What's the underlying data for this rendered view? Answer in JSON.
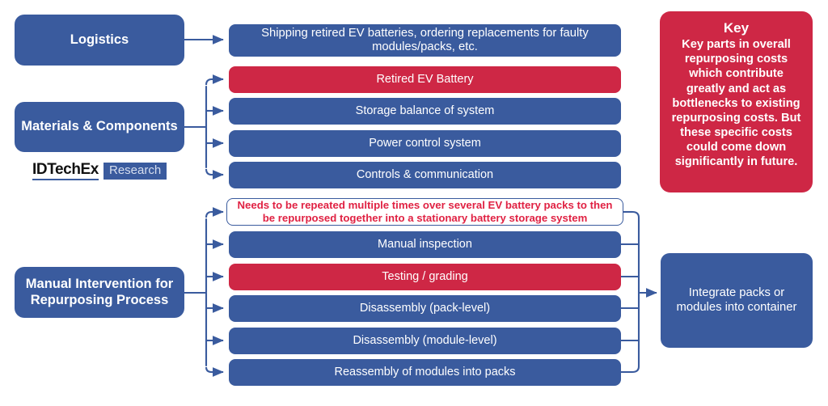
{
  "diagram": {
    "title_hidden": "",
    "colors": {
      "blue": "#3A5B9E",
      "red": "#CE2745",
      "note_text_red": "#E02243",
      "white": "#FFFFFF",
      "logo_text": "#111111"
    },
    "categories": [
      {
        "id": "logistics",
        "label": "Logistics"
      },
      {
        "id": "materials",
        "label": "Materials & Components"
      },
      {
        "id": "manual",
        "label": "Manual Intervention for Repurposing Process"
      }
    ],
    "logistics_items": [
      {
        "label": "Shipping retired EV batteries, ordering replacements for faulty modules/packs, etc.",
        "style": "blue"
      }
    ],
    "materials_items": [
      {
        "label": "Retired EV Battery",
        "style": "red"
      },
      {
        "label": "Storage balance of system",
        "style": "blue"
      },
      {
        "label": "Power control system",
        "style": "blue"
      },
      {
        "label": "Controls & communication",
        "style": "blue"
      }
    ],
    "manual_items": [
      {
        "label": "Needs to be repeated multiple times over several EV battery packs to then be repurposed together into a stationary battery storage system",
        "style": "note"
      },
      {
        "label": "Manual inspection",
        "style": "blue"
      },
      {
        "label": "Testing / grading",
        "style": "red"
      },
      {
        "label": "Disassembly (pack-level)",
        "style": "blue"
      },
      {
        "label": "Disassembly (module-level)",
        "style": "blue"
      },
      {
        "label": "Reassembly of modules into packs",
        "style": "blue"
      }
    ],
    "output": {
      "label": "Integrate packs or modules into container"
    },
    "key": {
      "title": "Key",
      "body": "Key parts in overall repurposing costs which contribute greatly and act as bottlenecks to existing repurposing costs. But these specific costs could come down significantly in future."
    },
    "logo": {
      "word": "IDTechEx",
      "tag": "Research"
    }
  }
}
